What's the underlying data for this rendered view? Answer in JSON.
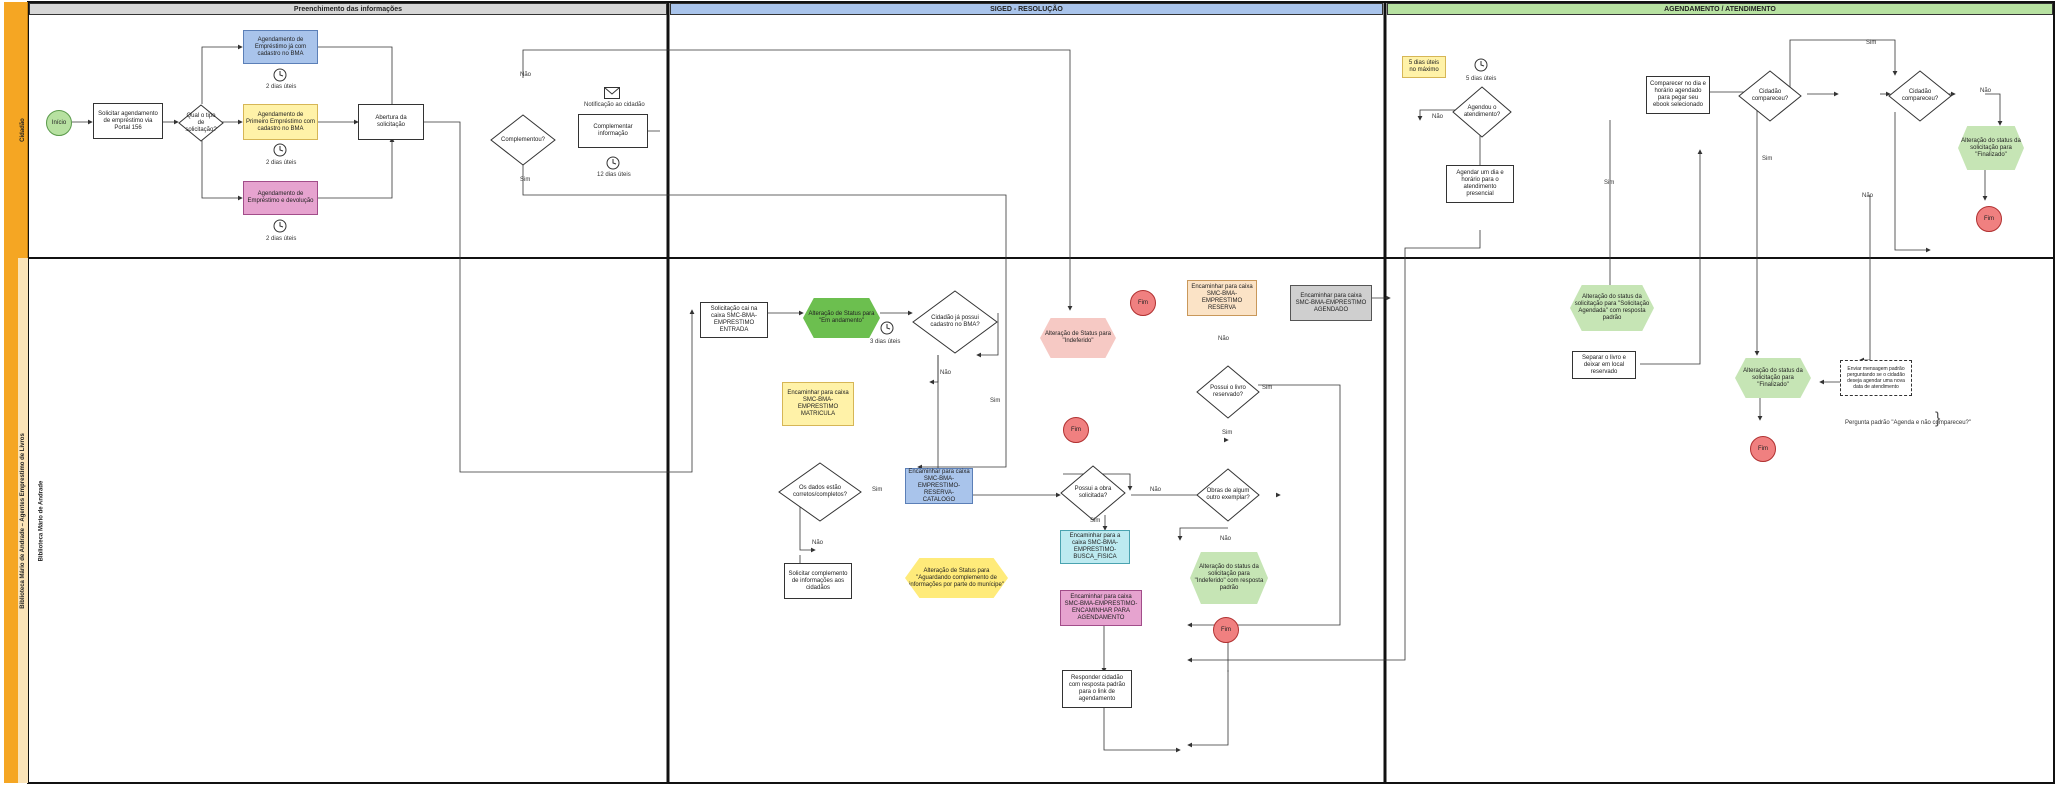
{
  "diagram": {
    "phases": [
      "Preenchimento das informações",
      "SIGED - RESOLUÇÃO",
      "AGENDAMENTO / ATENDIMENTO"
    ],
    "lanes": {
      "top": "Cidadão",
      "bottom": "Biblioteca Mário de Andrade – Agentes Emprestimo de Livros",
      "bottom_inner": "Biblioteca Mário de Andrade"
    },
    "colors": {
      "phase1": "#d6d6d6",
      "phase2": "#a9c4eb",
      "phase3": "#b7e1a1",
      "side": "#f5a623",
      "start": "#b7e1a1",
      "end": "#f08080"
    },
    "shapes": {
      "inicio": "Início",
      "solicitar": "Solicitar agendamento de empréstimo via Portal 156",
      "qual_tipo": "Qual o tipo de solicitação?",
      "ag_cadastrado": "Agendamento de Empréstimo já com cadastro no BMA",
      "ag_primeiro": "Agendamento de Primeiro Empréstimo com cadastro no BMA",
      "ag_devolucao": "Agendamento de Empréstimo e devolução",
      "abertura": "Abertura da solicitação",
      "complementou": "Complementou?",
      "complementar_info": "Complementar informação",
      "notificacao": "Notificação ao cidadão",
      "prazo_2a": "2 dias úteis",
      "prazo_2b": "2 dias úteis",
      "prazo_2c": "2 dias úteis",
      "prazo_12": "12 dias úteis",
      "prazo_5": "5 dias úteis",
      "prazo_3": "3 dias úteis",
      "nota_prazo": "5 dias úteis no máximo",
      "agendado": "Agendou o atendimento?",
      "agendar_dia": "Agendar um dia e horário para o atendimento presencial",
      "comparecer": "Comparecer no dia e horário agendado para pegar seu ebook selecionado",
      "cidadao_compareceu": "Cidadão compareceu?",
      "cidadao_compareceu2": "Cidadão compareceu?",
      "alteracao_finalizado": "Alteração do status da solicitação para \"Finalizado\"",
      "fim": "Fim",
      "solicitacao_caixa": "Solicitação cai na caixa SMC-BMA-EMPRESTIMO ENTRADA",
      "alteracao_andamento": "Alteração de Status para \"Em andamento\"",
      "cidadao_possui": "Cidadão já possui cadastro no BMA?",
      "enc_matricula": "Encaminhar para caixa SMC-BMA-EMPRESTIMO MATRICULA",
      "os_dados": "Os dados estão corretos/completos?",
      "enc_livros": "Encaminhar para caixa SMC-BMA-EMPRESTIMO-RESERVA-CATALOGO",
      "solicitar_complemento": "Solicitar complemento de informações aos cidadãos",
      "alteracao_aguardando": "Alteração de Status para \"Aguardando complemento de informações por parte do munícipe\"",
      "alteracao_indeferido": "Alteração de Status para \"Indeferido\"",
      "possui_obra": "Possui a obra solicitada?",
      "enc_busca": "Encaminhar para a caixa SMC-BMA-EMPRESTIMO-BUSCA_FISICA",
      "enc_emprestimo": "Encaminhar para caixa SMC-BMA-EMPRESTIMO-ENCAMINHAR PARA AGENDAMENTO",
      "responder": "Responder cidadão com resposta padrão para o link de agendamento",
      "enc_reserva": "Encaminhar para caixa SMC-BMA-EMPRESTIMO RESERVA",
      "possui_livro": "Possui o livro reservado?",
      "obras_ag": "Obras de algum outro exemplar?",
      "alteracao_indeferido2": "Alteração do status da solicitação para \"Indeferido\" com resposta padrão",
      "enc_agendado": "Encaminhar para caixa SMC-BMA-EMPRESTIMO AGENDADO",
      "alteracao_agendado": "Alteração do status da solicitação para \"Solicitação Agendada\" com resposta padrão",
      "separar": "Separar o livro e deixar em local reservado",
      "alteracao_finalizado2": "Alteração do status da solicitação para \"Finalizado\"",
      "nota_anotacao": "Enviar mensagem padrão perguntando se o cidadão deseja agendar uma nova data de atendimento",
      "pergunta": "Pergunta padrão \"Agenda e não compareceu?\""
    },
    "edge_labels": {
      "nao": "Não",
      "sim": "Sim"
    }
  }
}
